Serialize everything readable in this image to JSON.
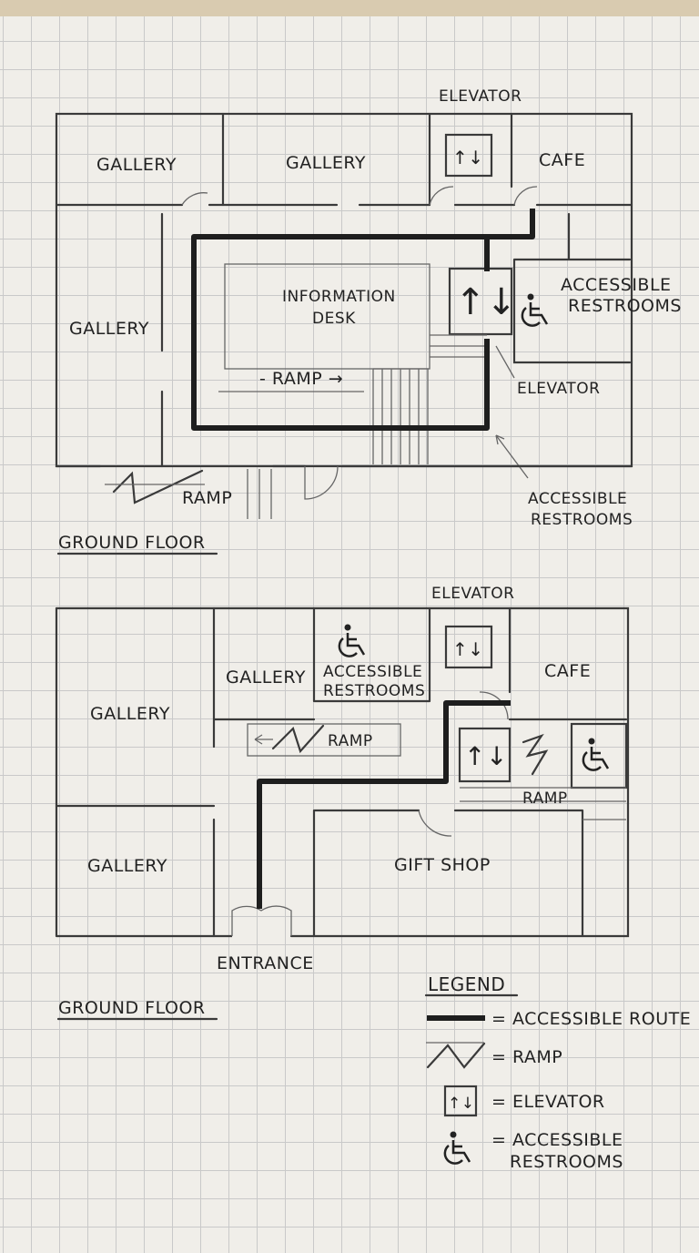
{
  "plan_top": {
    "elevator_top": "ELEVATOR",
    "gallery_1": "GALLERY",
    "gallery_2": "GALLERY",
    "cafe": "CAFE",
    "gallery_left": "GALLERY",
    "info_desk_1": "INFORMATION",
    "info_desk_2": "DESK",
    "ramp_inside": "- RAMP →",
    "restrooms_1": "ACCESSIBLE",
    "restrooms_2": "RESTROOMS",
    "elevator_label": "ELEVATOR",
    "restrooms_callout_1": "ACCESSIBLE",
    "restrooms_callout_2": "RESTROOMS",
    "ramp_outside": "RAMP",
    "floor_title": "GROUND FLOOR",
    "elevator_glyph": "↑↓"
  },
  "plan_bottom": {
    "elevator_top": "ELEVATOR",
    "gallery_1": "GALLERY",
    "gallery_2": "GALLERY",
    "gallery_3": "GALLERY",
    "restrooms_1": "ACCESSIBLE",
    "restrooms_2": "RESTROOMS",
    "cafe": "CAFE",
    "ramp_1": "RAMP",
    "ramp_2": "RAMP",
    "gift_shop": "GIFT SHOP",
    "entrance": "ENTRANCE",
    "floor_title": "GROUND FLOOR",
    "elevator_glyph": "↑↓"
  },
  "legend": {
    "title": "LEGEND",
    "items": [
      {
        "icon": "accessible-route-line",
        "label": "= ACCESSIBLE ROUTE"
      },
      {
        "icon": "ramp-zigzag",
        "label": "= RAMP"
      },
      {
        "icon": "elevator-icon",
        "label": "= ELEVATOR"
      },
      {
        "icon": "wheelchair-icon",
        "label_1": "= ACCESSIBLE",
        "label_2": "RESTROOMS"
      }
    ],
    "elevator_glyph": "↑↓"
  },
  "colors": {
    "ink": "#222222",
    "paper": "#f0eee9",
    "grid": "#c9c9c9"
  }
}
